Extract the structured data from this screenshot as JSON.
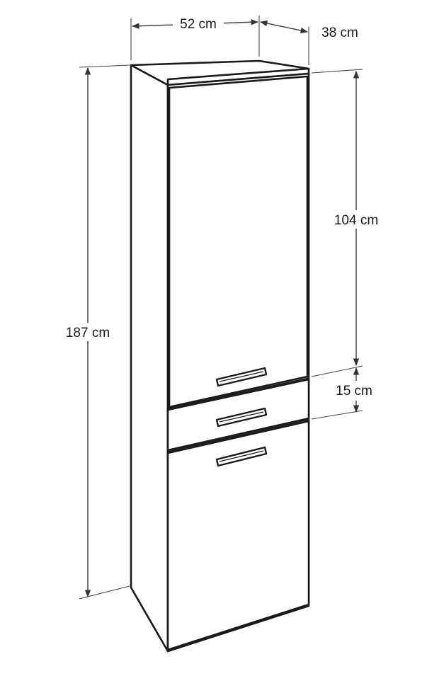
{
  "dimensions": {
    "width": "52 cm",
    "depth": "38 cm",
    "total_height": "187 cm",
    "upper_door_height": "104 cm",
    "drawer_height": "15 cm"
  }
}
